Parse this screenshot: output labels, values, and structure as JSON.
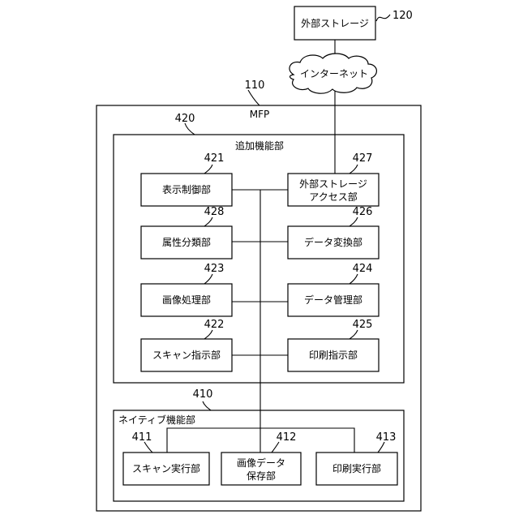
{
  "external_storage": {
    "label": "外部ストレージ",
    "ref": "120"
  },
  "internet": {
    "label": "インターネット"
  },
  "mfp": {
    "label": "MFP",
    "ref": "110"
  },
  "additional_functions": {
    "label": "追加機能部",
    "ref": "420",
    "blocks": {
      "display_control": {
        "label": "表示制御部",
        "ref": "421"
      },
      "external_storage_access": {
        "line1": "外部ストレージ",
        "line2": "アクセス部",
        "ref": "427"
      },
      "attribute_classification": {
        "label": "属性分類部",
        "ref": "428"
      },
      "data_conversion": {
        "label": "データ変換部",
        "ref": "426"
      },
      "image_processing": {
        "label": "画像処理部",
        "ref": "423"
      },
      "data_management": {
        "label": "データ管理部",
        "ref": "424"
      },
      "scan_instruction": {
        "label": "スキャン指示部",
        "ref": "422"
      },
      "print_instruction": {
        "label": "印刷指示部",
        "ref": "425"
      }
    }
  },
  "native_functions": {
    "label": "ネイティブ機能部",
    "ref": "410",
    "blocks": {
      "scan_execution": {
        "label": "スキャン実行部",
        "ref": "411"
      },
      "image_data_storage": {
        "line1": "画像データ",
        "line2": "保存部",
        "ref": "412"
      },
      "print_execution": {
        "label": "印刷実行部",
        "ref": "413"
      }
    }
  }
}
